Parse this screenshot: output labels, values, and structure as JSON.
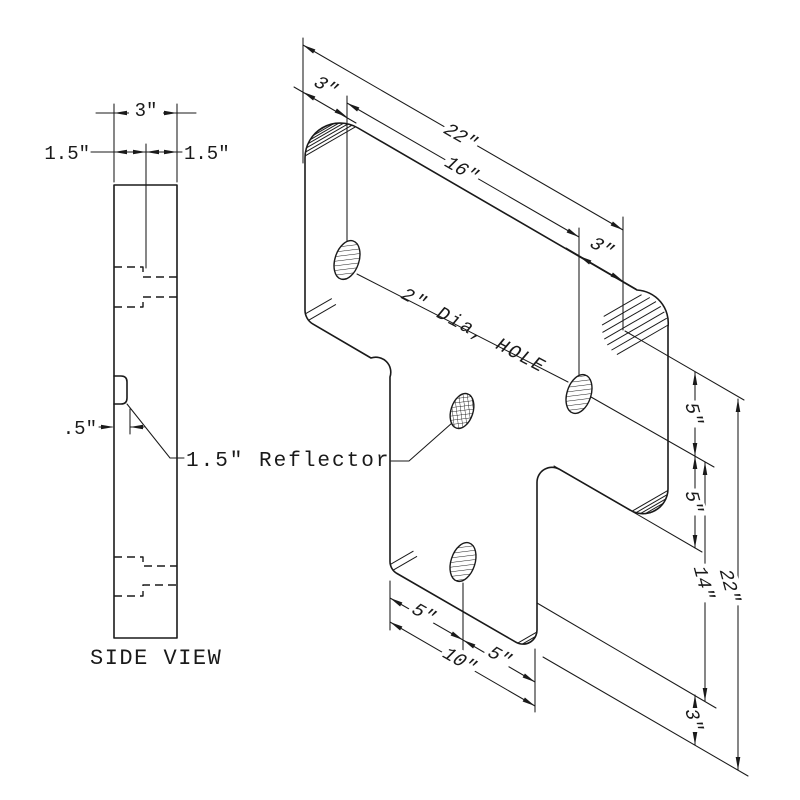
{
  "drawing": {
    "background": "#ffffff",
    "line_color": "#1a1a1a",
    "side_view": {
      "title": "SIDE VIEW",
      "width_dim": "3″",
      "half_left": "1.5″",
      "half_right": "1.5″",
      "reflector_depth": ".5″",
      "reflector_note": "1.5″ Reflector"
    },
    "iso_view": {
      "hole_note": "2″ Dia, HOLE",
      "corner_left": "3″",
      "overall_width": "22″",
      "between_tangents": "16″",
      "corner_right": "3″",
      "hole_gap_top": "5″",
      "hole_gap_mid": "5″",
      "leg_height": "14″",
      "overall_height": "22″",
      "bottom_hole_offset": "3″",
      "leg_left_to_hole": "5″",
      "leg_width": "10″",
      "hole_to_leg_right": "5″"
    }
  }
}
